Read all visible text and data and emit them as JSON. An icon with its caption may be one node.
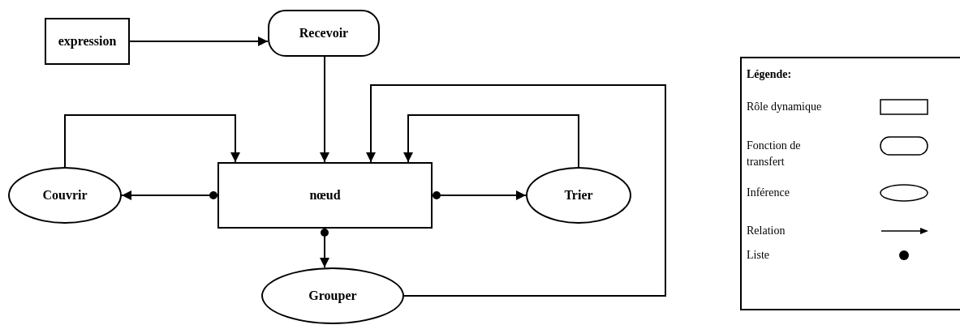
{
  "diagram": {
    "nodes": [
      {
        "text": [
          "expression"
        ]
      },
      {
        "text": [
          "Recevoir"
        ]
      },
      {
        "text": [
          "nœud"
        ]
      },
      {
        "text": [
          "Couvrir"
        ]
      },
      {
        "text": [
          "Trier"
        ]
      },
      {
        "text": [
          "Grouper"
        ]
      }
    ],
    "edges": [
      {
        "from": 0,
        "to": 1,
        "arrow": "to"
      },
      {
        "from": 1,
        "to": 2,
        "arrow": "to"
      },
      {
        "from": 3,
        "to": 2,
        "arrow": "to"
      },
      {
        "from": 4,
        "to": 2,
        "arrow": "to"
      },
      {
        "from": 5,
        "to": 2,
        "arrow": "to"
      },
      {
        "from": 2,
        "to": 3,
        "arrow": "to"
      },
      {
        "from": 2,
        "to": 4,
        "arrow": "to"
      },
      {
        "from": 2,
        "to": 5,
        "arrow": "to"
      }
    ],
    "labels": [
      "Légende:"
    ],
    "legend": [
      {
        "text": "Rôle dynamique"
      },
      {
        "text": "Fonction de transfert"
      },
      {
        "text": "Inférence"
      },
      {
        "text": "Relation"
      },
      {
        "text": "Liste"
      }
    ]
  }
}
